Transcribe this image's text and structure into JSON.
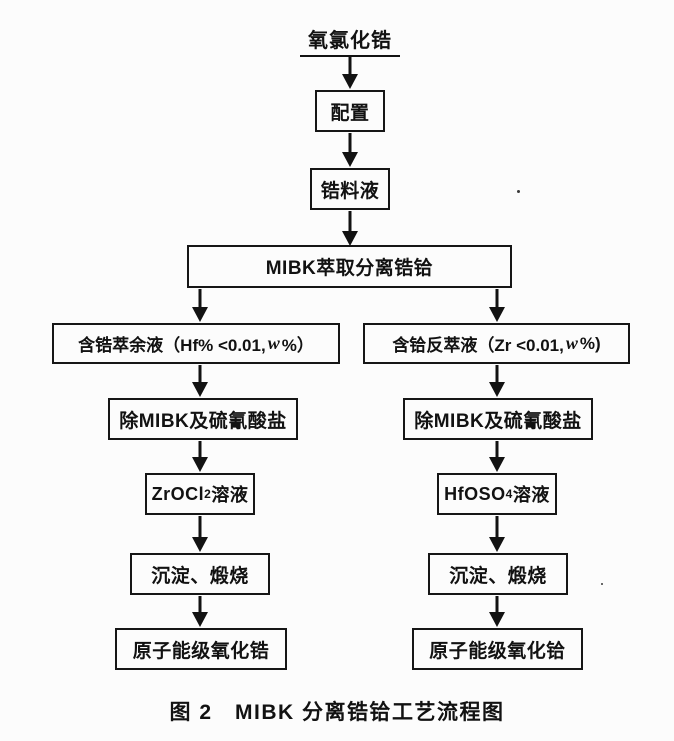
{
  "colors": {
    "ink": "#121212",
    "paper": "#fcfcfc"
  },
  "flowchart": {
    "source_label": "氧氯化锆",
    "main_chain": {
      "prep": "配置",
      "feed": "锆料液",
      "extraction": "MIBK萃取分离锆铪"
    },
    "left_branch": {
      "raffinate": {
        "pre": "含锆萃余液（Hf% <0.01,",
        "var": "w",
        "post": " %）"
      },
      "remove": "除MIBK及硫氰酸盐",
      "solution": {
        "formula": "ZrOCl",
        "subscript": "2",
        "suffix": "溶液"
      },
      "calcine": "沉淀、煅烧",
      "product": "原子能级氧化锆"
    },
    "right_branch": {
      "strip": {
        "pre": "含铪反萃液（Zr <0.01,",
        "var": "w",
        "post": " %)"
      },
      "remove": "除MIBK及硫氰酸盐",
      "solution": {
        "formula": "HfOSO",
        "subscript": "4",
        "suffix": "溶液"
      },
      "calcine": "沉淀、煅烧",
      "product": "原子能级氧化铪"
    }
  },
  "caption": "图 2　MIBK 分离锆铪工艺流程图"
}
